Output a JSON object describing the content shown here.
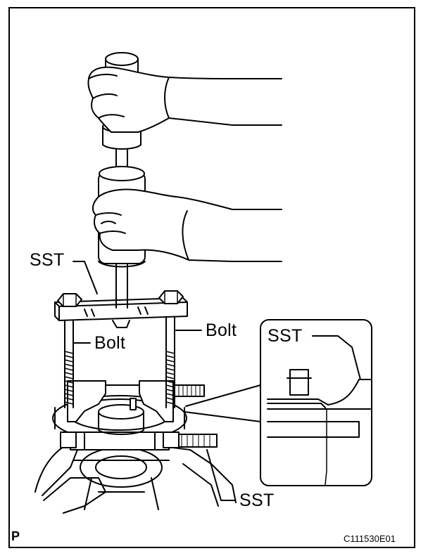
{
  "labels": {
    "sst_top": "SST",
    "bolt_left": "Bolt",
    "bolt_right": "Bolt",
    "sst_inset": "SST",
    "sst_bottom": "SST"
  },
  "footer": {
    "corner_letter": "P",
    "figure_code": "C111530E01"
  },
  "colors": {
    "line": "#000000",
    "background": "#ffffff"
  }
}
